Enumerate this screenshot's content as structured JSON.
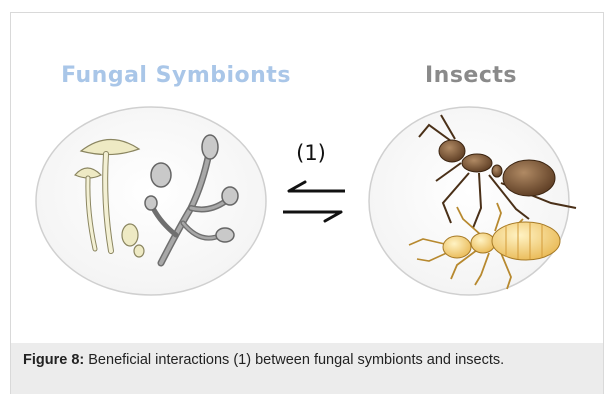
{
  "diagram": {
    "left_label": "Fungal Symbionts",
    "right_label": "Insects",
    "interaction_label": "(1)"
  },
  "caption": {
    "figure_label": "Figure 8:",
    "text": " Beneficial interactions (1) between fungal symbionts and insects."
  },
  "colors": {
    "left_label": "#a9c6e8",
    "right_label": "#8a8a8a",
    "caption_bg": "#ececec",
    "circle_stroke": "#d0d0d0"
  }
}
